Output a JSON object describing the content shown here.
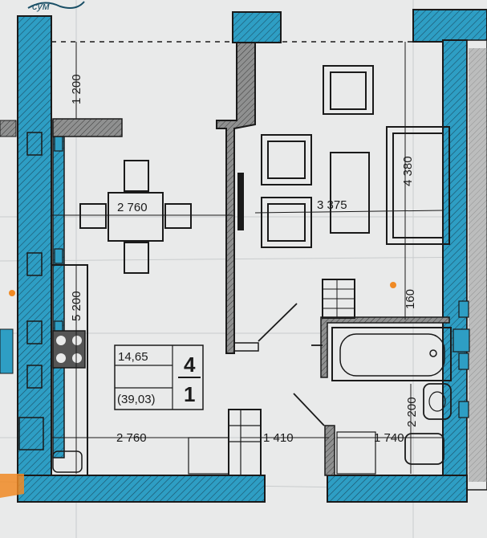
{
  "plan": {
    "dimensions": {
      "top_left_vertical": "1 200",
      "kitchen_width": "2 760",
      "living_width": "3 375",
      "living_vertical": "4 380",
      "kitchen_vertical": "5 200",
      "bottom_left": "2 760",
      "bottom_middle": "1 410",
      "bottom_right": "1 740",
      "bath_vertical": "2 200",
      "small_vertical": "160"
    },
    "area_label": {
      "living_area": "14,65",
      "total_area": "(39,03)",
      "section": "4",
      "rooms": "1"
    },
    "handwriting_top": "сум",
    "colors": {
      "paper": "#e9eaea",
      "wall_fill": "#2e9ec4",
      "wall_line": "#1a1a1a",
      "accent_orange": "#f08a24"
    }
  }
}
